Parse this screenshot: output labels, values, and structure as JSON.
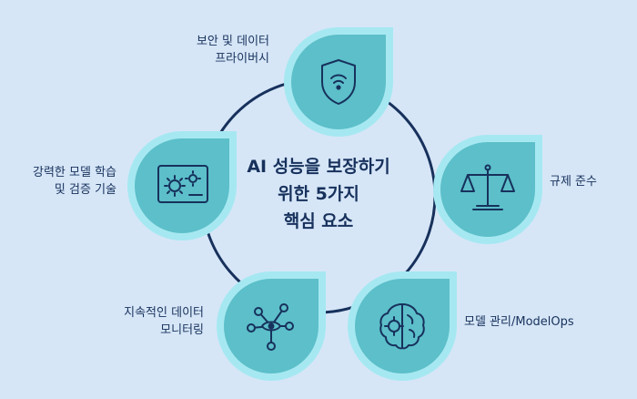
{
  "center": {
    "lines": [
      "AI 성능을 보장하기",
      "위한 5가지",
      "핵심 요소"
    ]
  },
  "nodes": [
    {
      "lines": [
        "보안 및 데이터",
        "프라이버시"
      ],
      "icon": "shield-wifi-icon"
    },
    {
      "lines": [
        "규제 준수"
      ],
      "icon": "balance-scale-icon"
    },
    {
      "lines": [
        "모델 관리/ModelOps"
      ],
      "icon": "brain-gear-icon"
    },
    {
      "lines": [
        "지속적인 데이터",
        "모니터링"
      ],
      "icon": "network-eye-icon"
    },
    {
      "lines": [
        "강력한 모델 학습",
        "및 검증 기술"
      ],
      "icon": "gears-panel-icon"
    }
  ],
  "colors": {
    "background": "#d6e6f7",
    "ring": "#17315c",
    "outer_fill": "#a6e8f1",
    "inner_fill": "#5cbfc9",
    "icon_stroke": "#17315c"
  }
}
